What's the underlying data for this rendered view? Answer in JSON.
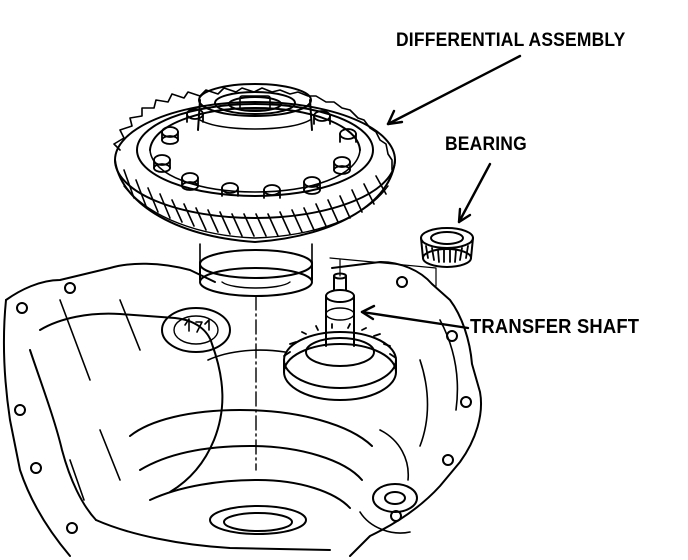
{
  "diagram": {
    "labels": {
      "differential_assembly": "DIFFERENTIAL ASSEMBLY",
      "bearing": "BEARING",
      "transfer_shaft": "TRANSFER SHAFT"
    },
    "colors": {
      "ink": "#000000",
      "paper": "#ffffff"
    },
    "parts": [
      "differential-assembly",
      "bearing",
      "transfer-shaft",
      "transmission-housing"
    ]
  }
}
